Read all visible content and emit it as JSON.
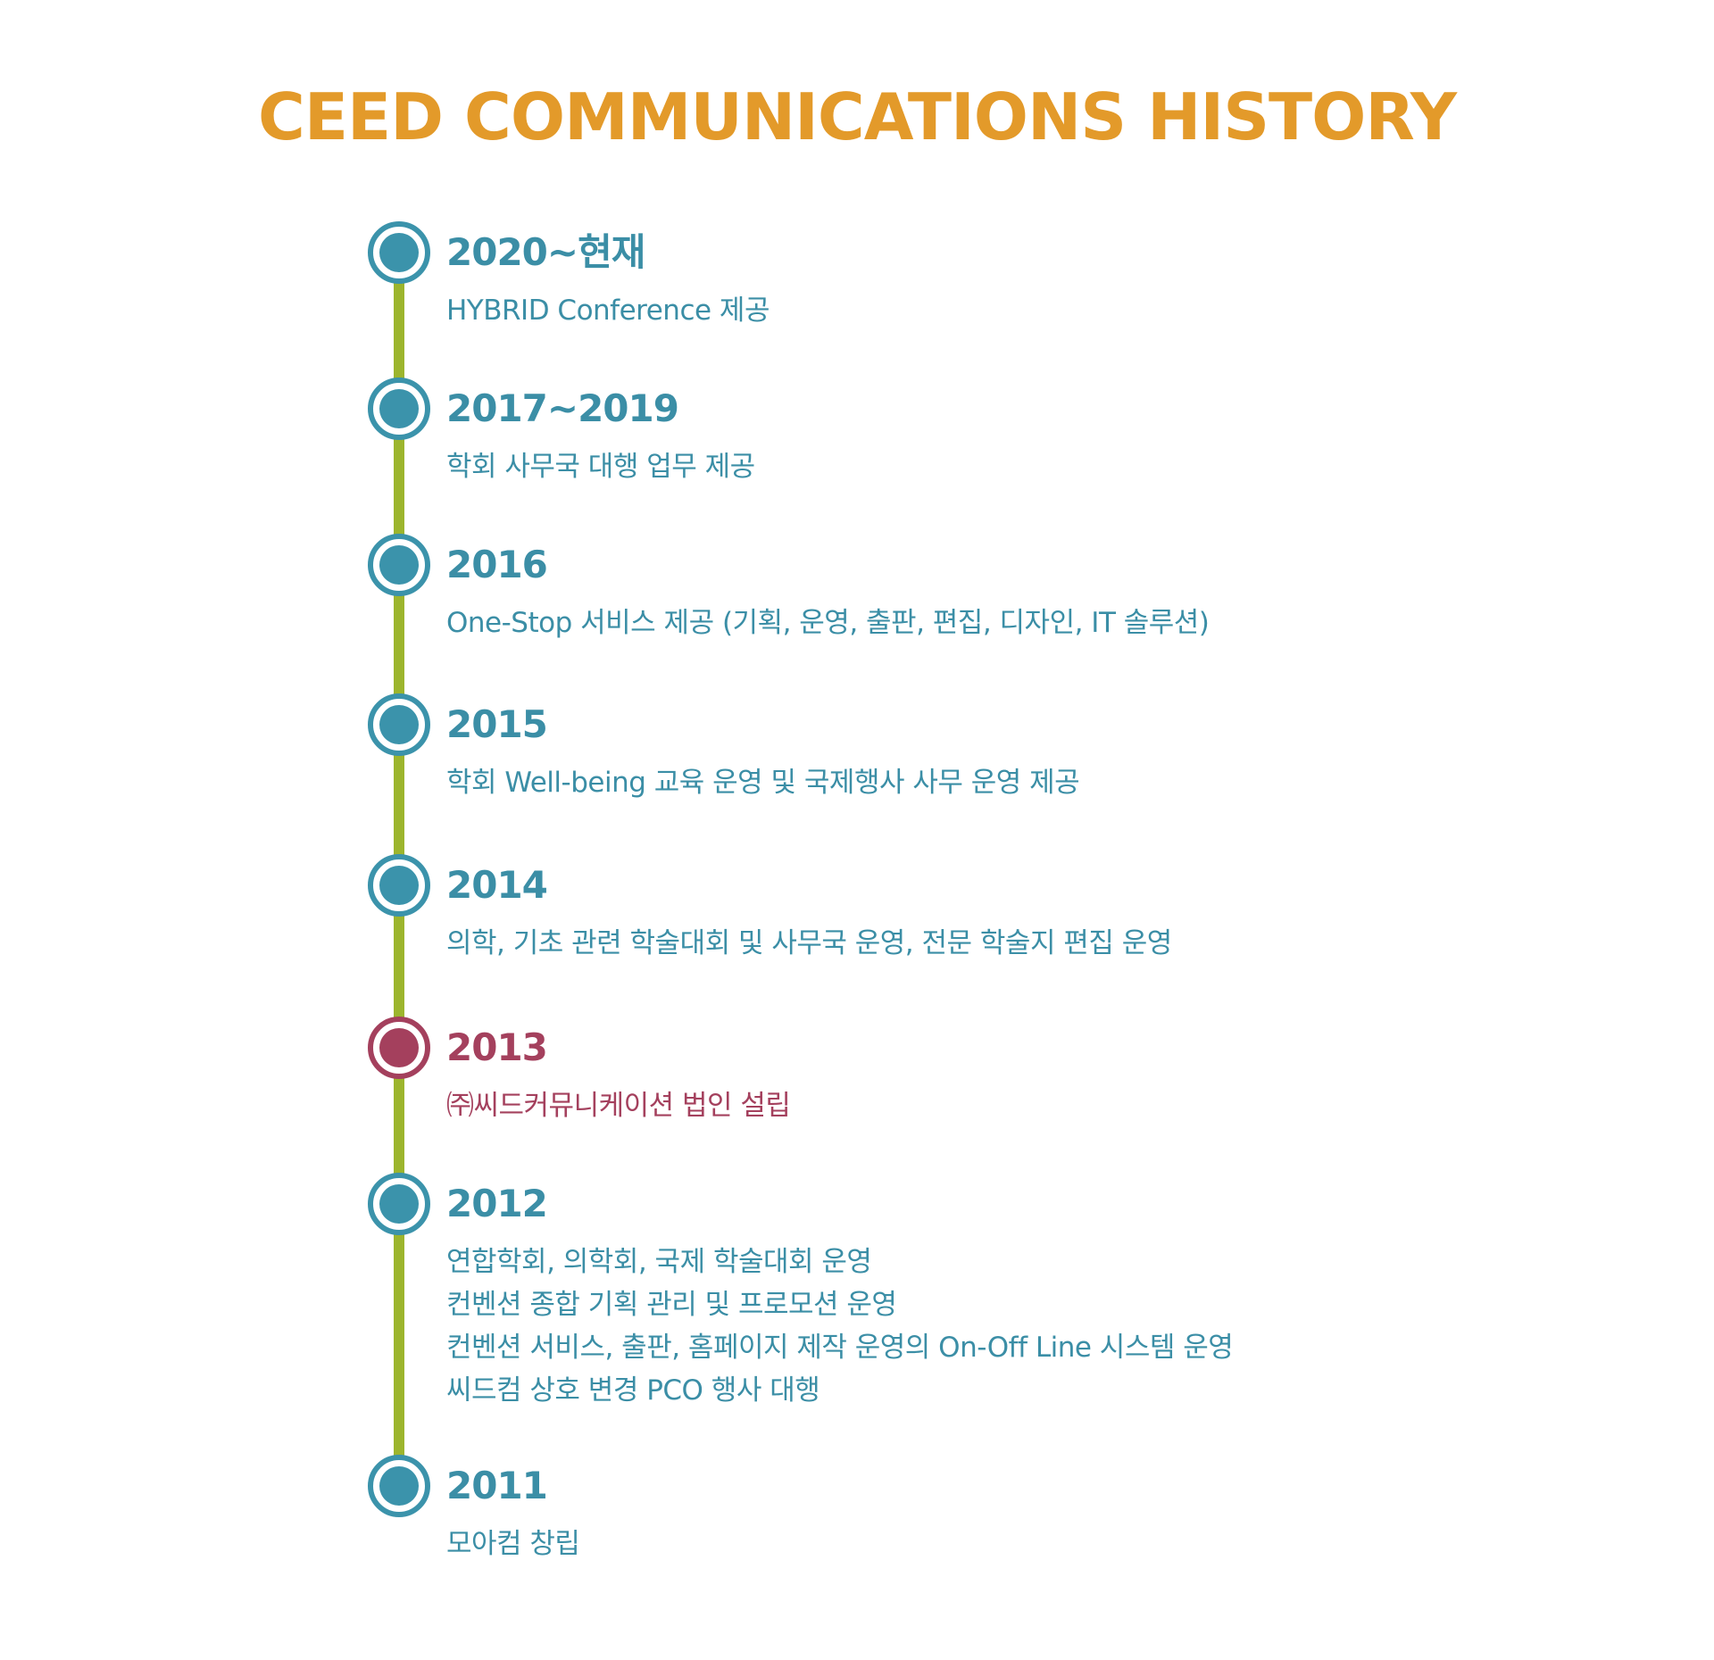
{
  "title": "CEED COMMUNICATIONS HISTORY",
  "colors": {
    "title": "#e39a2a",
    "primary": "#3b8ea6",
    "highlight": "#a4405d",
    "line": "#9cb52d"
  },
  "timeline": [
    {
      "year": "2020~현재",
      "lines": [
        "HYBRID Conference 제공"
      ]
    },
    {
      "year": "2017~2019",
      "lines": [
        "학회 사무국 대행 업무 제공"
      ]
    },
    {
      "year": "2016",
      "lines": [
        "One-Stop 서비스 제공 (기획, 운영, 출판, 편집, 디자인, IT 솔루션)"
      ]
    },
    {
      "year": "2015",
      "lines": [
        "학회 Well-being 교육 운영 및 국제행사 사무 운영 제공"
      ]
    },
    {
      "year": "2014",
      "lines": [
        "의학, 기초 관련 학술대회 및 사무국 운영, 전문 학술지 편집 운영"
      ]
    },
    {
      "year": "2013",
      "lines": [
        "㈜씨드커뮤니케이션 법인 설립"
      ]
    },
    {
      "year": "2012",
      "lines": [
        "연합학회, 의학회, 국제 학술대회 운영",
        "컨벤션 종합 기획 관리 및 프로모션 운영",
        "컨벤션 서비스, 출판, 홈페이지 제작 운영의 On-Off Line 시스템 운영",
        "씨드컴 상호 변경 PCO 행사 대행"
      ]
    },
    {
      "year": "2011",
      "lines": [
        "모아컴 창립"
      ]
    }
  ]
}
